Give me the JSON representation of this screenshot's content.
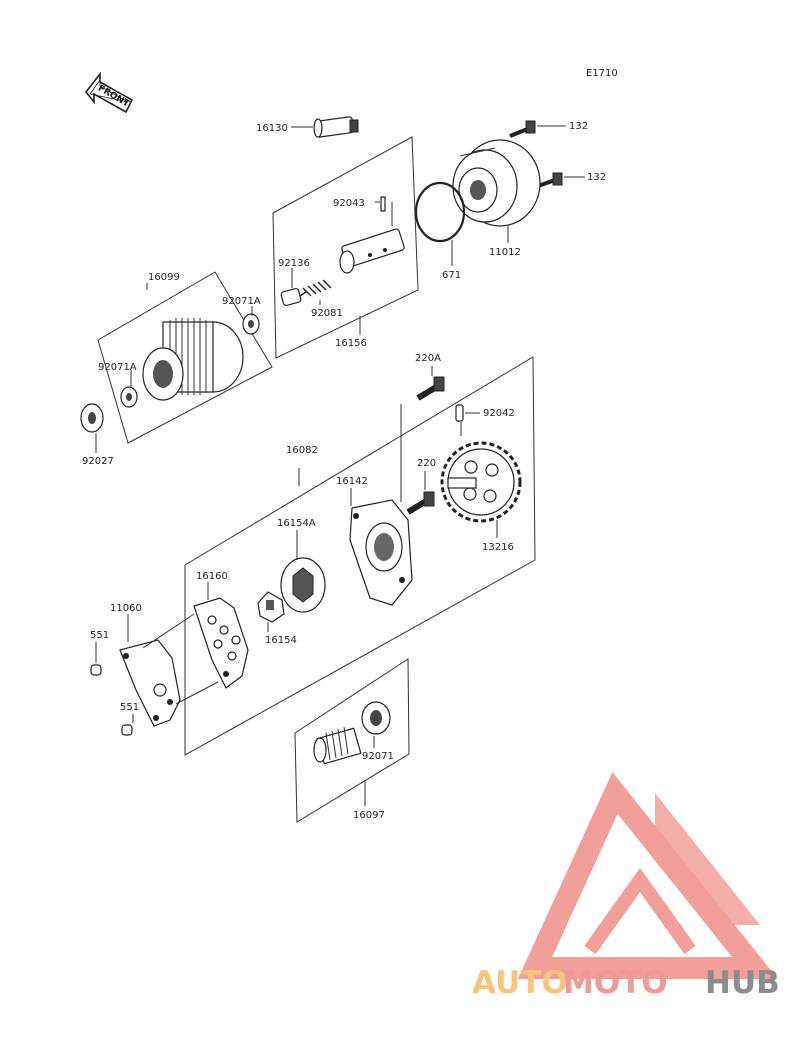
{
  "diagram": {
    "ref_code": "E1710",
    "front_label": "FRONT",
    "parts": {
      "p16130": "16130",
      "p132a": "132",
      "p132b": "132",
      "p92043": "92043",
      "p11012": "11012",
      "p671": "671",
      "p16099": "16099",
      "p92136": "92136",
      "p92071A_top": "92071A",
      "p92081": "92081",
      "p16156": "16156",
      "p92071A_left": "92071A",
      "p92027": "92027",
      "p220A": "220A",
      "p92042": "92042",
      "p16082": "16082",
      "p220": "220",
      "p16142": "16142",
      "p16154A": "16154A",
      "p13216": "13216",
      "p16160": "16160",
      "p11060": "11060",
      "p551a": "551",
      "p16154": "16154",
      "p551b": "551",
      "p92071": "92071",
      "p16097": "16097"
    }
  },
  "watermark": {
    "part1": "AUTO",
    "part2": "MOTO",
    "part3": "HUB",
    "colors": {
      "triangle": "#f19a93",
      "auto": "#f6c47d",
      "moto": "#f19a93",
      "hub": "#8c8c8c"
    }
  }
}
